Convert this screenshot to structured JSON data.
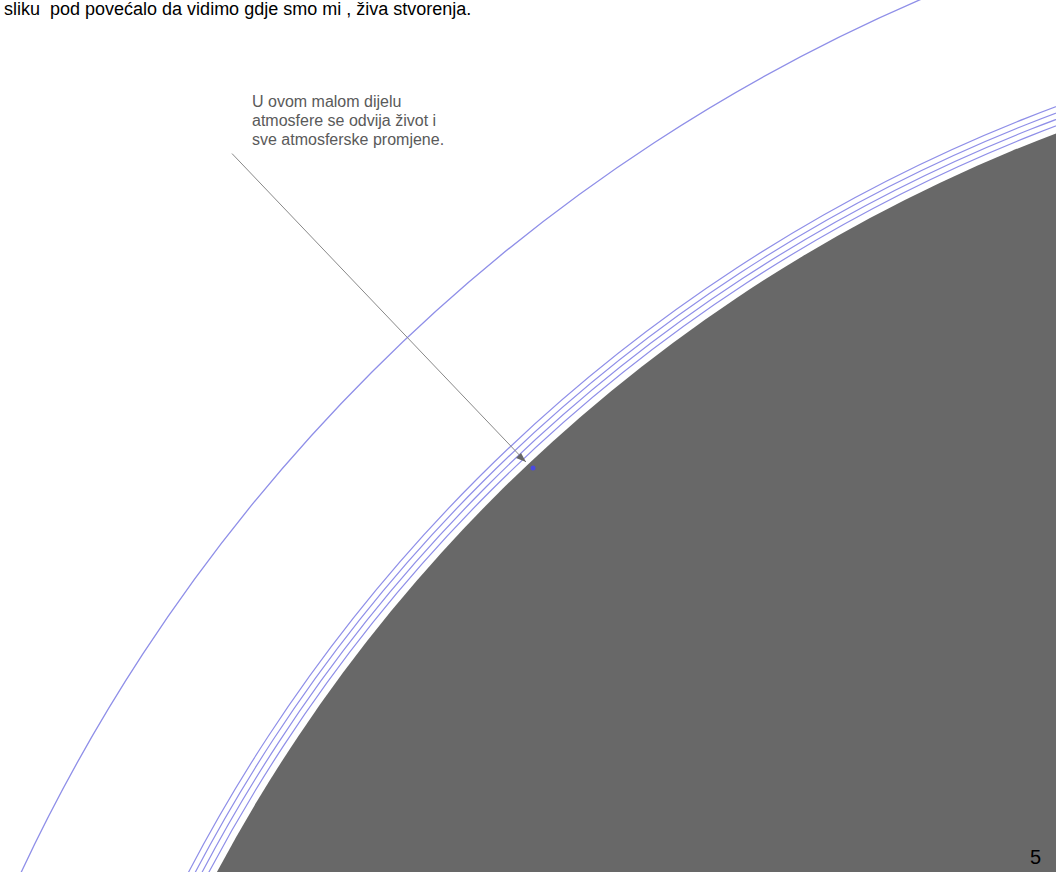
{
  "diagram": {
    "labels": [
      "sliku  pod povećalo da vidimo gdje smo mi , živa stvorenja.",
      "U ovom malom dijelu atmosfere se odvija život i sve atmosferske promjene.",
      "5"
    ]
  }
}
